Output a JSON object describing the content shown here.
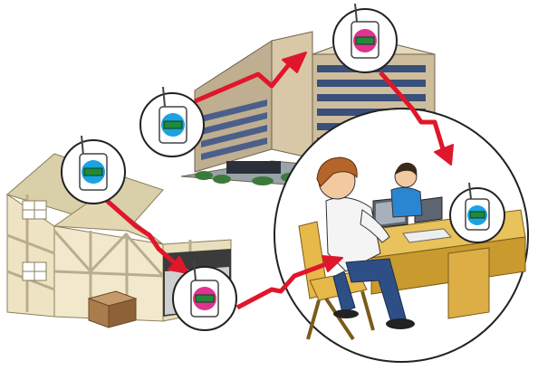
{
  "scene": {
    "colors": {
      "signal_arrow": "#e0162b",
      "logger_body": "#ffffff",
      "logger_blue_display": "#1aa3e0",
      "logger_pink_display": "#e0338f",
      "logger_screen": "#1f8a3a",
      "office_building": "#c9b89c",
      "office_windows": "#3a4f7a",
      "warehouse": "#eee4c4",
      "warehouse_frame": "#b9ad8c",
      "desk": "#e8c25b",
      "chair": "#e6b94a",
      "shirt_worker": "#f4f4f4",
      "pants_worker": "#2d4f86",
      "hair": "#b5652a"
    },
    "devices": [
      {
        "id": "logger-warehouse",
        "display": "blue"
      },
      {
        "id": "logger-office-left",
        "display": "blue"
      },
      {
        "id": "logger-rooftop",
        "display": "pink"
      },
      {
        "id": "logger-ground-receiver",
        "display": "pink"
      },
      {
        "id": "logger-desk",
        "display": "blue"
      }
    ]
  }
}
